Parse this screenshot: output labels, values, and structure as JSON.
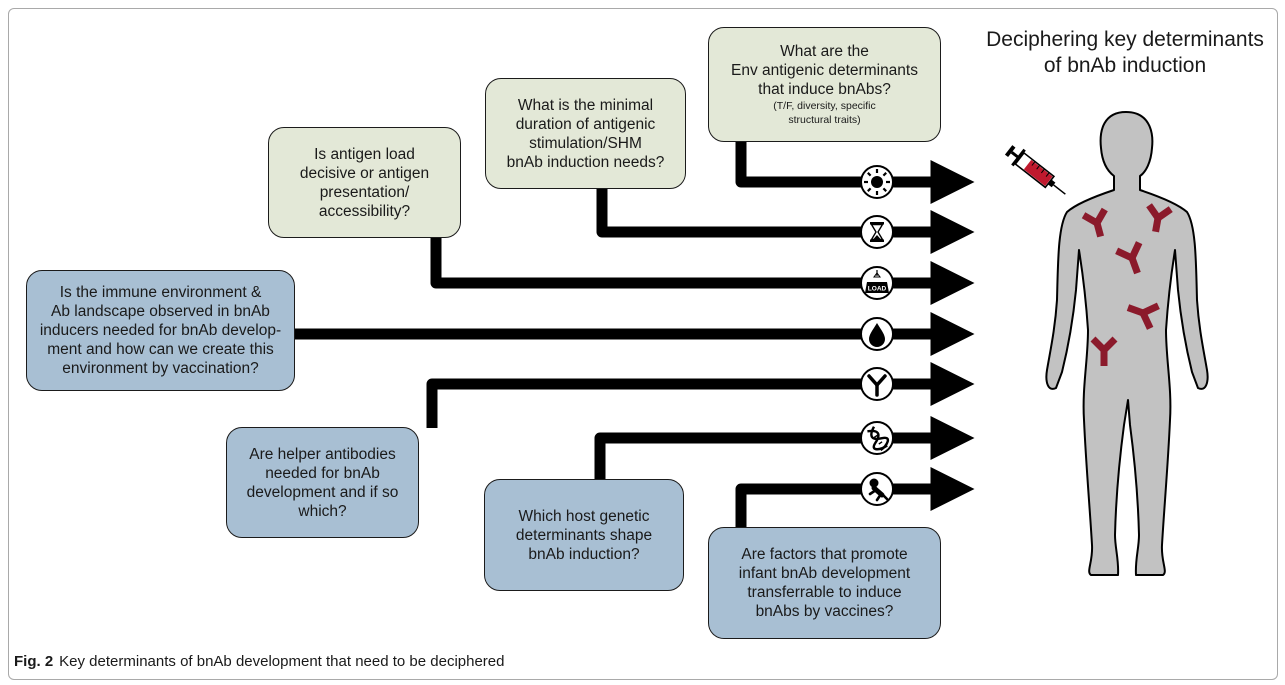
{
  "title": {
    "line1": "Deciphering  key determinants",
    "line2": "of bnAb induction"
  },
  "caption": {
    "label": "Fig. 2",
    "text": "Key determinants of bnAb development that need to be deciphered"
  },
  "questions": {
    "env_determinants": {
      "lines": [
        "What are the",
        "Env antigenic determinants",
        "that induce bnAbs?"
      ],
      "sub": [
        "(T/F, diversity, specific",
        "structural traits)"
      ]
    },
    "duration": {
      "lines": [
        "What is the minimal",
        "duration of antigenic",
        "stimulation/SHM",
        "bnAb induction needs?"
      ]
    },
    "antigen_load": {
      "lines": [
        "Is antigen load",
        "decisive or antigen",
        "presentation/",
        "accessibility?"
      ]
    },
    "immune_environment": {
      "lines": [
        "Is the immune environment &",
        "Ab landscape observed in bnAb",
        "inducers needed for bnAb develop-",
        "ment and how can we create this",
        "environment by vaccination?"
      ]
    },
    "helper_antibodies": {
      "lines": [
        "Are helper antibodies",
        "needed for bnAb",
        "development and if so",
        "which?"
      ]
    },
    "host_genetics": {
      "lines": [
        "Which host genetic",
        "determinants shape",
        "bnAb induction?"
      ]
    },
    "infant": {
      "lines": [
        "Are factors that promote",
        "infant bnAb development",
        "transferrable to induce",
        "bnAbs by vaccines?"
      ]
    }
  },
  "icons": [
    "sun-icon",
    "hourglass-icon",
    "load-weight-icon",
    "drop-icon",
    "antibody-icon",
    "dna-icon",
    "infant-icon"
  ],
  "icon_load_label": "LOAD",
  "colors": {
    "green_box": "#e3e8d7",
    "blue_box": "#a8bfd3",
    "arrow": "#000000",
    "body": "#c2c2c2",
    "antibody": "#8b1a2b",
    "syringe_liquid": "#c0192e"
  }
}
